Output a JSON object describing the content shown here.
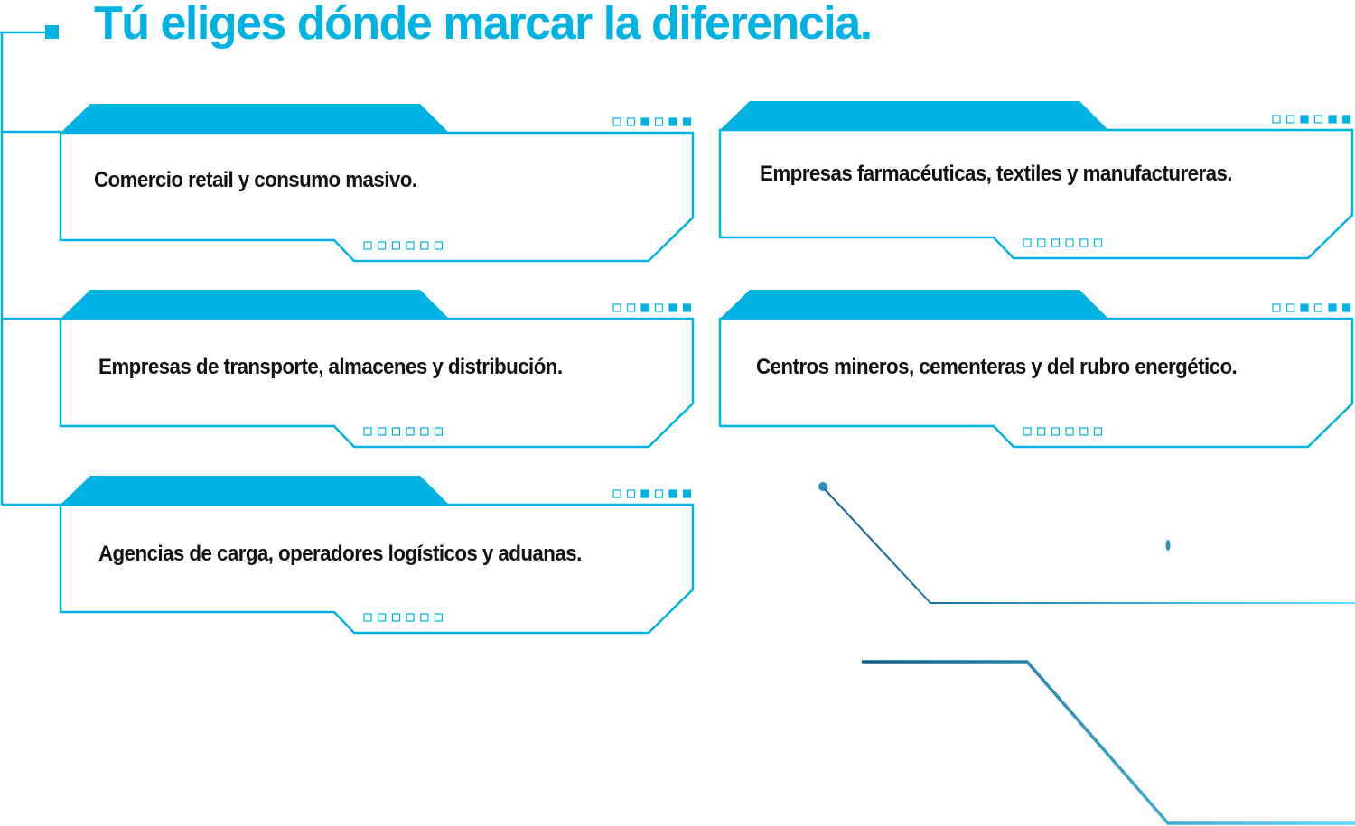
{
  "title": "Tú eliges dónde marcar la diferencia.",
  "colors": {
    "accent": "#00b2e3",
    "dark_line": "#0b5c86",
    "light_line": "#5fdcf6",
    "text": "#111111"
  },
  "cards": [
    {
      "label": "Comercio retail y consumo masivo."
    },
    {
      "label": "Empresas farmacéuticas, textiles y manufactureras."
    },
    {
      "label": "Empresas de transporte, almacenes y distribución."
    },
    {
      "label": "Centros mineros, cementeras y del rubro energético."
    },
    {
      "label": "Agencias de carga, operadores logísticos y aduanas."
    }
  ]
}
